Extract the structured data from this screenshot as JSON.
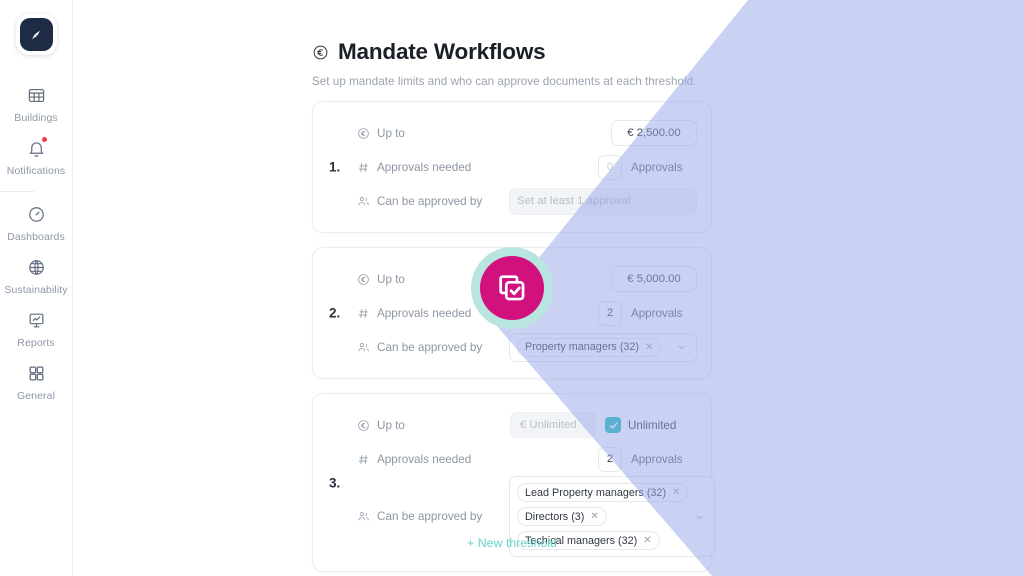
{
  "sidebar": {
    "logo_icon": "compass-needle-logo",
    "items": [
      {
        "label": "Buildings",
        "icon": "grid-table-icon",
        "badge": false
      },
      {
        "label": "Notifications",
        "icon": "bell-icon",
        "badge": true
      },
      {
        "label": "Dashboards",
        "icon": "gauge-icon",
        "badge": false
      },
      {
        "label": "Sustainability",
        "icon": "globe-icon",
        "badge": false
      },
      {
        "label": "Reports",
        "icon": "presentation-chart-icon",
        "badge": false
      },
      {
        "label": "General",
        "icon": "squares-grid-icon",
        "badge": false
      }
    ]
  },
  "header": {
    "icon": "euro-circle-icon",
    "title": "Mandate Workflows",
    "subtitle": "Set up mandate limits and who can approve documents at each threshold."
  },
  "labels": {
    "up_to": "Up to",
    "approvals_needed": "Approvals needed",
    "can_be_approved_by": "Can be approved by",
    "approvals_unit": "Approvals",
    "unlimited_checkbox": "Unlimited",
    "up_to_icon": "euro-circle-icon",
    "approvals_icon": "hash-icon",
    "approvers_icon": "people-group-icon"
  },
  "thresholds": [
    {
      "index": "1.",
      "amount": "€ 2,500.00",
      "amount_disabled": false,
      "unlimited_checked": false,
      "approvals": "0",
      "approvals_empty": true,
      "approvers_placeholder": "Set at least 1 approval",
      "approvers": []
    },
    {
      "index": "2.",
      "amount": "€ 5,000.00",
      "amount_disabled": false,
      "unlimited_checked": false,
      "approvals": "2",
      "approvals_empty": false,
      "approvers_placeholder": "",
      "approvers": [
        "Property managers (32)"
      ]
    },
    {
      "index": "3.",
      "amount": "€ Unlimited",
      "amount_disabled": true,
      "unlimited_checked": true,
      "approvals": "2",
      "approvals_empty": false,
      "approvers_placeholder": "",
      "approvers": [
        "Lead Property managers (32)",
        "Directors (3)",
        "Techical managers (32)"
      ]
    }
  ],
  "footer": {
    "new_threshold": "+ New threshold"
  },
  "badge": {
    "icon": "copy-check-icon",
    "ring_color": "#b9e5e0",
    "fill_color": "#d1127e"
  },
  "colors": {
    "overlay": "#9aa8e8",
    "accent_teal": "#13b8b8",
    "link_mint": "#6ad3c5",
    "logo_navy": "#1d2b45",
    "notification_dot": "#f5394c"
  }
}
